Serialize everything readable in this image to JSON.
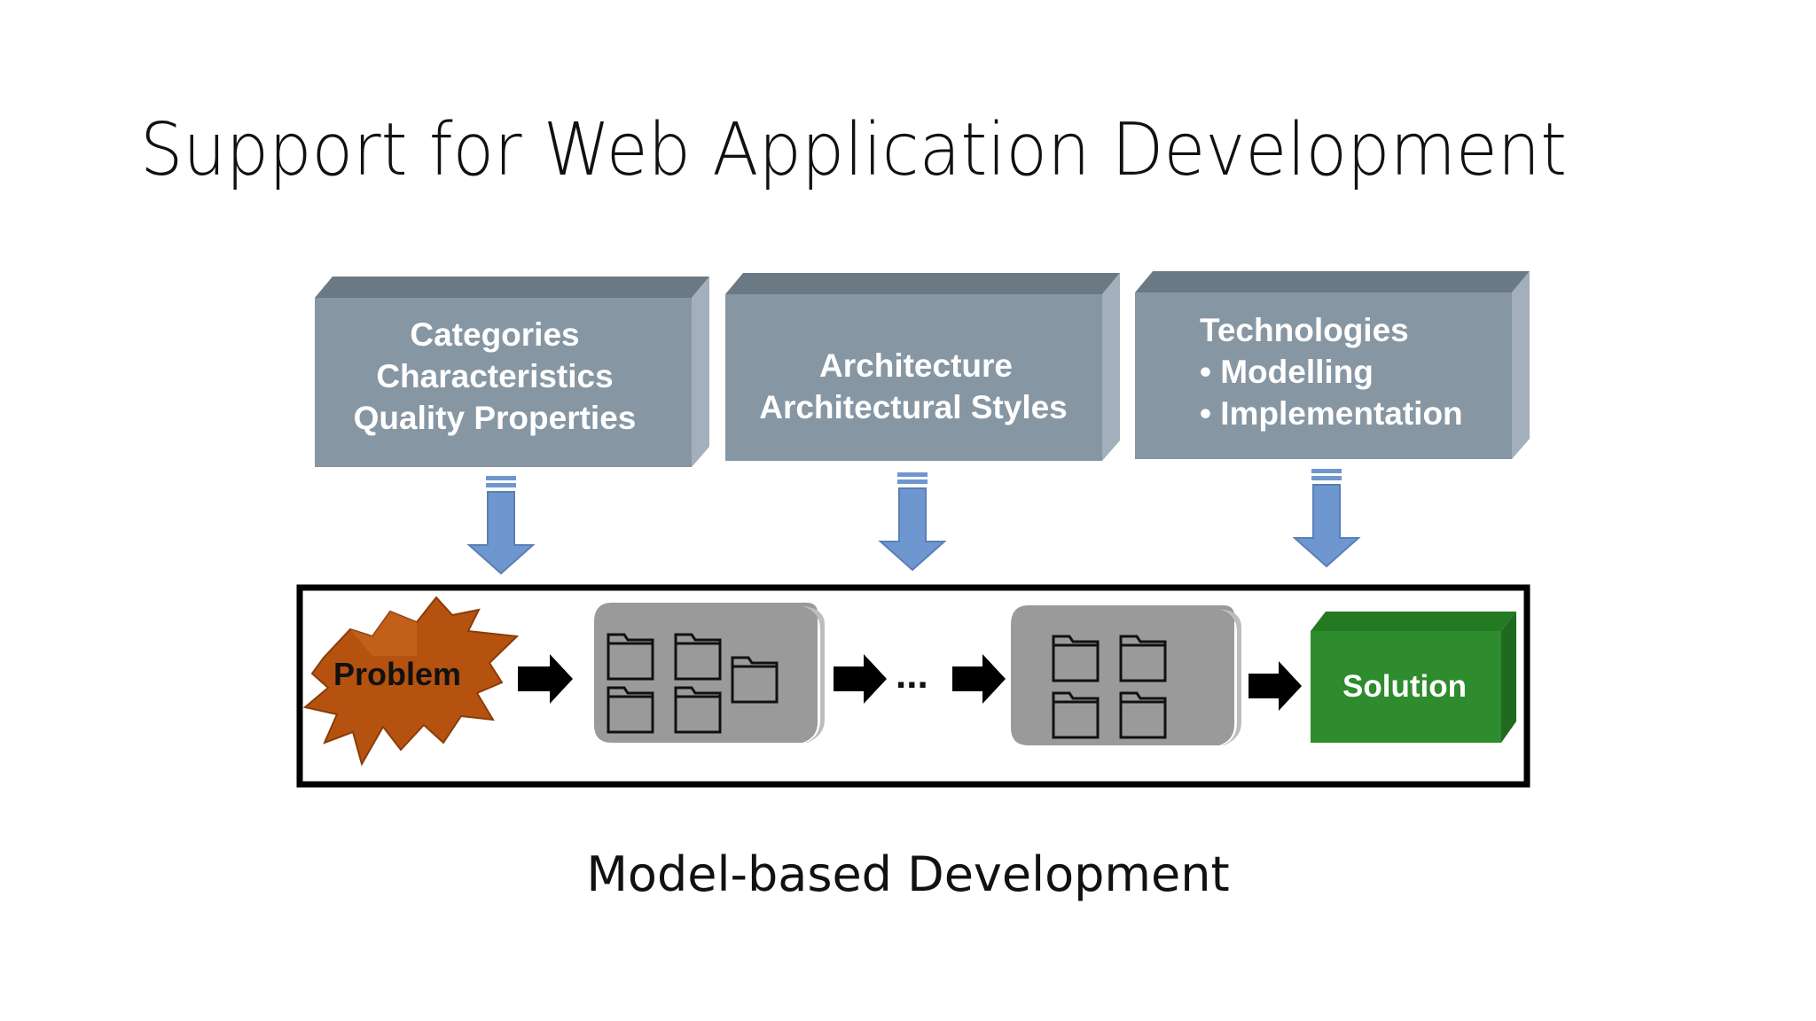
{
  "slide": {
    "title": "Support for Web Application Development",
    "caption": "Model-based Development"
  },
  "diagram": {
    "top_boxes": [
      {
        "lines": [
          "Categories",
          "Characteristics",
          "Quality Properties"
        ]
      },
      {
        "lines": [
          "Architecture",
          "Architectural Styles"
        ]
      },
      {
        "lines": [
          "Technologies",
          "• Modelling",
          "• Implementation"
        ]
      }
    ],
    "problem_label": "Problem",
    "ellipsis": "...",
    "solution_label": "Solution",
    "colors": {
      "box_front": "#8796a3",
      "box_top": "#6b7985",
      "box_side": "#9fadb9",
      "down_arrow": "#6f97cf",
      "problem_burst": "#b5520f",
      "model_block": "#9a9a9a",
      "solution_front": "#2e8b2e",
      "frame": "#000000"
    }
  }
}
